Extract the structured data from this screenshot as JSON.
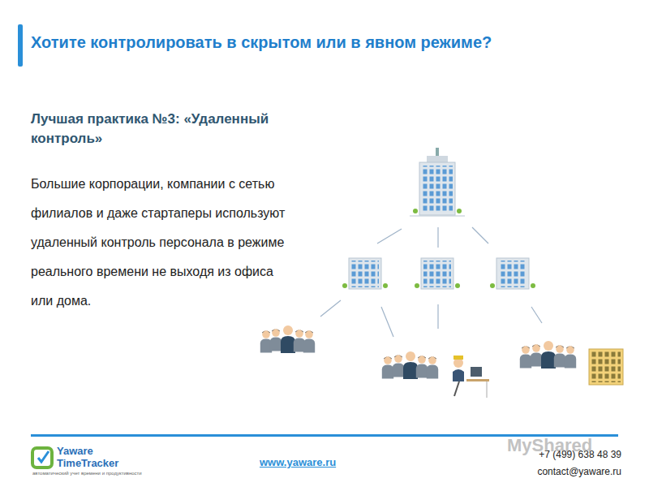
{
  "diagram": {
    "title": "Хотите контролировать в скрытом или в явном режиме?",
    "labels": [
      "Лучшая практика №3: «Удаленный контроль»",
      "Большие корпорации, компании с сетью филиалов и даже стартаперы используют удаленный контроль персонала в режиме реального времени не выходя из офиса или дома.",
      "Yaware TimeTracker",
      "автоматический учет времени и продуктивности",
      "www.yaware.ru",
      "+7 (499) 638 48 39",
      "contact@yaware.ru",
      "MyShared"
    ]
  }
}
